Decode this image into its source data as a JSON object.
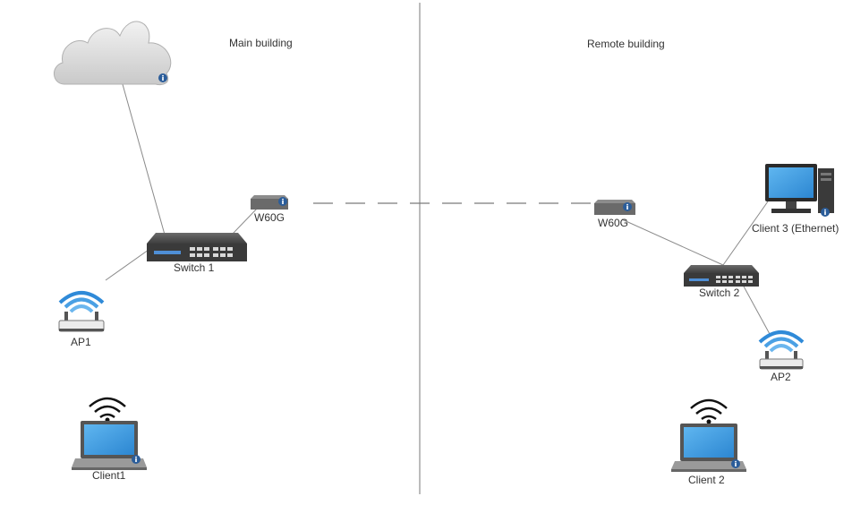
{
  "areas": {
    "main": "Main building",
    "remote": "Remote building"
  },
  "devices": {
    "w60g_main": "W60G",
    "w60g_remote": "W60G",
    "switch1": "Switch 1",
    "switch2": "Switch 2",
    "ap1": "AP1",
    "ap2": "AP2",
    "client1": "Client1",
    "client2": "Client 2",
    "client3": "Client 3 (Ethernet)"
  },
  "icons": {
    "cloud": "cloud-icon",
    "switch": "network-switch-icon",
    "radio": "wireless-bridge-icon",
    "router": "wifi-access-point-icon",
    "laptop": "laptop-icon",
    "desktop": "desktop-computer-icon",
    "info": "info-badge-icon",
    "wifi": "wifi-signal-icon"
  },
  "colors": {
    "line": "#8a8a8a",
    "divider": "#7a7a7a",
    "wifi_blue": "#2f8ad8",
    "screen_blue": "#3b9be0",
    "device_dark": "#4a4a4a",
    "info_blue": "#2b5d9a"
  }
}
